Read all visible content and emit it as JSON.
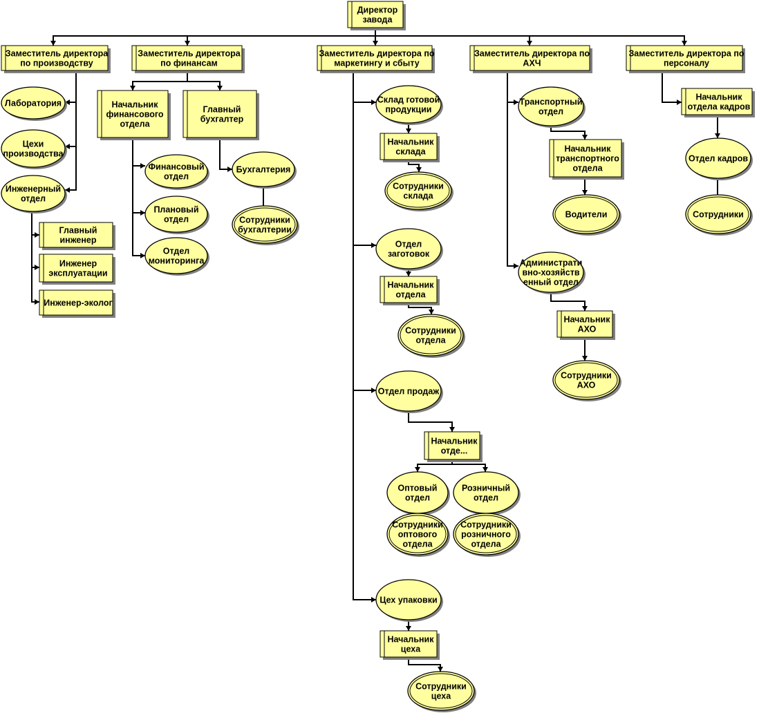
{
  "nodes": [
    {
      "id": "director",
      "shape": "box",
      "lines": [
        "Директор",
        "завода"
      ]
    },
    {
      "id": "dep_prod",
      "shape": "box",
      "lines": [
        "Заместитель директора",
        "по производству"
      ]
    },
    {
      "id": "dep_fin",
      "shape": "box",
      "lines": [
        "Заместитель директора",
        "по финансам"
      ]
    },
    {
      "id": "dep_mkt",
      "shape": "box",
      "lines": [
        "Заместитель директора по",
        "маркетингу и сбыту"
      ]
    },
    {
      "id": "dep_ahch",
      "shape": "box",
      "lines": [
        "Заместитель директора по",
        "АХЧ"
      ]
    },
    {
      "id": "dep_pers",
      "shape": "box",
      "lines": [
        "Заместитель директора по",
        "персоналу"
      ]
    },
    {
      "id": "lab",
      "shape": "ellipse",
      "lines": [
        "Лаборатория"
      ]
    },
    {
      "id": "shops",
      "shape": "ellipse",
      "lines": [
        "Цехи",
        "производства"
      ]
    },
    {
      "id": "eng_dept",
      "shape": "ellipse",
      "lines": [
        "Инженерный",
        "отдел"
      ]
    },
    {
      "id": "chief_eng",
      "shape": "box",
      "lines": [
        "Главный",
        "инженер"
      ]
    },
    {
      "id": "eng_ops",
      "shape": "box",
      "lines": [
        "Инженер",
        "эксплуатации"
      ]
    },
    {
      "id": "eng_eco",
      "shape": "box",
      "lines": [
        "Инженер-эколог"
      ]
    },
    {
      "id": "fin_head",
      "shape": "box",
      "lines": [
        "Начальник",
        "финансового",
        "отдела"
      ]
    },
    {
      "id": "chief_acc",
      "shape": "box",
      "lines": [
        "Главный",
        "бухгалтер"
      ]
    },
    {
      "id": "fin_dept",
      "shape": "ellipse",
      "lines": [
        "Финансовый",
        "отдел"
      ]
    },
    {
      "id": "plan_dept",
      "shape": "ellipse",
      "lines": [
        "Плановый",
        "отдел"
      ]
    },
    {
      "id": "mon_dept",
      "shape": "ellipse",
      "lines": [
        "Отдел",
        "мониторинга"
      ]
    },
    {
      "id": "accounting",
      "shape": "ellipse",
      "lines": [
        "Бухгалтерия"
      ]
    },
    {
      "id": "acc_staff",
      "shape": "ellipse2",
      "lines": [
        "Сотрудники",
        "бухгалтерии"
      ]
    },
    {
      "id": "warehouse",
      "shape": "ellipse",
      "lines": [
        "Склад готовой",
        "продукции"
      ]
    },
    {
      "id": "wh_head",
      "shape": "box",
      "lines": [
        "Начальник",
        "склада"
      ]
    },
    {
      "id": "wh_staff",
      "shape": "ellipse2",
      "lines": [
        "Сотрудники",
        "склада"
      ]
    },
    {
      "id": "blank_dept",
      "shape": "ellipse",
      "lines": [
        "Отдел",
        "заготовок"
      ]
    },
    {
      "id": "blank_head",
      "shape": "box",
      "lines": [
        "Начальник",
        "отдела"
      ]
    },
    {
      "id": "blank_staff",
      "shape": "ellipse2",
      "lines": [
        "Сотрудники",
        "отдела"
      ]
    },
    {
      "id": "sales_dept",
      "shape": "ellipse",
      "lines": [
        "Отдел продаж"
      ]
    },
    {
      "id": "sales_head",
      "shape": "box",
      "lines": [
        "Начальник",
        "отде..."
      ]
    },
    {
      "id": "wholesale",
      "shape": "ellipse",
      "lines": [
        "Оптовый",
        "отдел"
      ]
    },
    {
      "id": "retail",
      "shape": "ellipse",
      "lines": [
        "Розничный",
        "отдел"
      ]
    },
    {
      "id": "wholesale_staff",
      "shape": "ellipse2",
      "lines": [
        "Сотрудники",
        "оптового",
        "отдела"
      ]
    },
    {
      "id": "retail_staff",
      "shape": "ellipse2",
      "lines": [
        "Сотрудники",
        "розничного",
        "отдела"
      ]
    },
    {
      "id": "pack",
      "shape": "ellipse",
      "lines": [
        "Цех упаковки"
      ]
    },
    {
      "id": "pack_head",
      "shape": "box",
      "lines": [
        "Начальник",
        "цеха"
      ]
    },
    {
      "id": "pack_staff",
      "shape": "ellipse2",
      "lines": [
        "Сотрудники",
        "цеха"
      ]
    },
    {
      "id": "transport",
      "shape": "ellipse",
      "lines": [
        "Транспортный",
        "отдел"
      ]
    },
    {
      "id": "transport_head",
      "shape": "box",
      "lines": [
        "Начальник",
        "транспортного",
        "отдела"
      ]
    },
    {
      "id": "drivers",
      "shape": "ellipse2",
      "lines": [
        "Водители"
      ]
    },
    {
      "id": "admin_dept",
      "shape": "ellipse",
      "lines": [
        "Администрати",
        "вно-хозяйств",
        "енный отдел"
      ]
    },
    {
      "id": "aho_head",
      "shape": "box",
      "lines": [
        "Начальник",
        "АХО"
      ]
    },
    {
      "id": "aho_staff",
      "shape": "ellipse2",
      "lines": [
        "Сотрудники",
        "АХО"
      ]
    },
    {
      "id": "hr_head",
      "shape": "box",
      "lines": [
        "Начальник",
        "отдела кадров"
      ]
    },
    {
      "id": "hr_dept",
      "shape": "ellipse",
      "lines": [
        "Отдел кадров"
      ]
    },
    {
      "id": "hr_staff",
      "shape": "ellipse2",
      "lines": [
        "Сотрудники"
      ]
    }
  ]
}
